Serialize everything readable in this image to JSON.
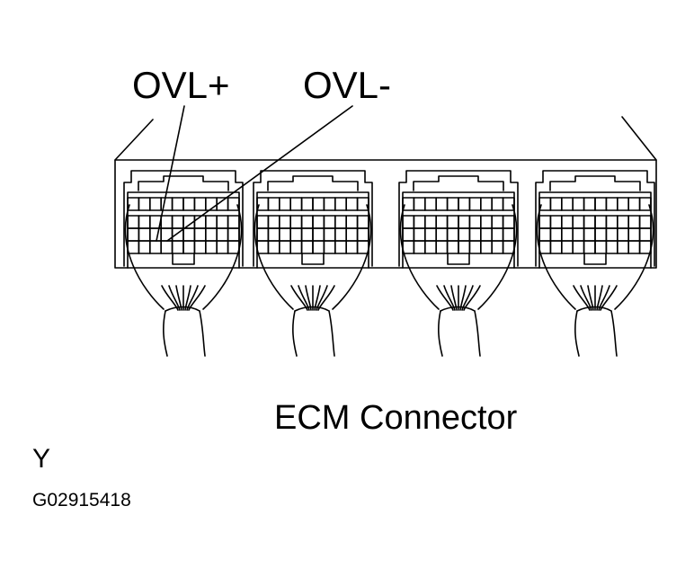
{
  "diagram": {
    "title": "ECM Connector",
    "callouts": [
      {
        "id": "ovl-plus",
        "label": "OVL+"
      },
      {
        "id": "ovl-minus",
        "label": "OVL-"
      }
    ],
    "corner_letter": "Y",
    "figure_code": "G02915418",
    "connector_count": 4,
    "line_color": "#000000",
    "background_color": "#ffffff"
  }
}
